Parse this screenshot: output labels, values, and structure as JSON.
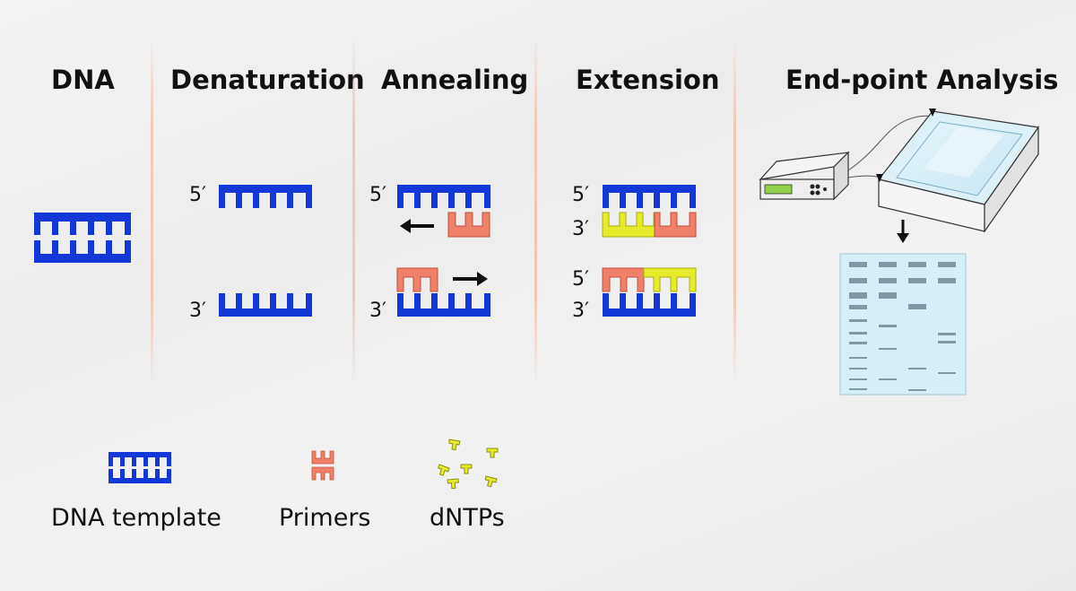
{
  "steps": {
    "dna": "DNA",
    "denaturation": "Denaturation",
    "annealing": "Annealing",
    "extension": "Extension",
    "analysis": "End-point Analysis"
  },
  "strand_labels": {
    "five_prime": "5′",
    "three_prime": "3′"
  },
  "legend": {
    "template": "DNA template",
    "primers": "Primers",
    "dntps": "dNTPs"
  },
  "colors": {
    "template": "#1437d8",
    "primer": "#f08068",
    "dntp": "#e6eb2a",
    "arrow": "#111111",
    "gel": "#d8eef6"
  },
  "icons": [
    "arrow-left-icon",
    "arrow-right-icon",
    "arrow-down-icon",
    "gel-box-icon",
    "power-supply-icon",
    "gel-image-icon"
  ]
}
